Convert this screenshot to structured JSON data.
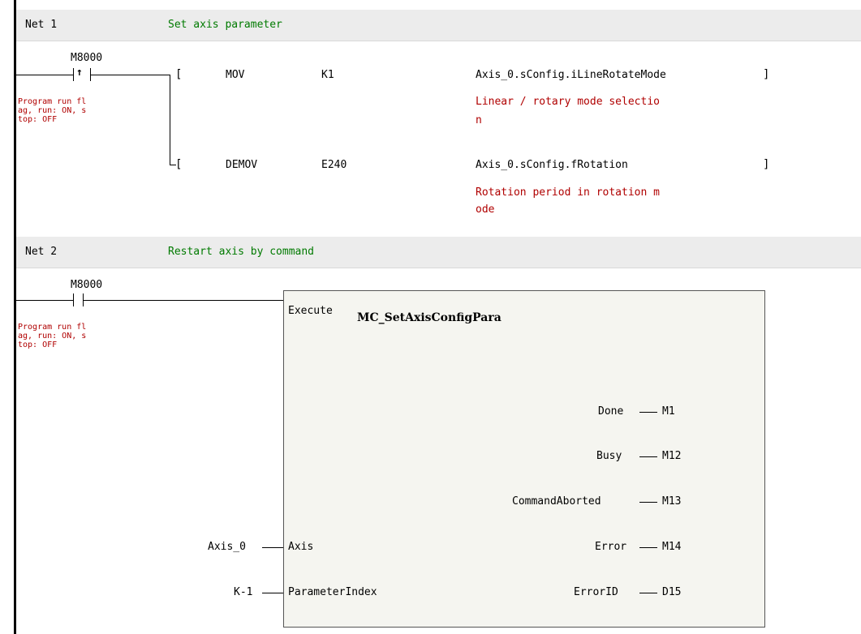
{
  "net1": {
    "label": "Net 1",
    "comment": "Set axis parameter",
    "contact": {
      "name": "M8000",
      "symbol": "↑",
      "comment": "Program run fl\nag, run: ON, s\ntop: OFF"
    },
    "instr1": {
      "op": "MOV",
      "src": "K1",
      "dst": "Axis_0.sConfig.iLineRotateMode",
      "comment_line1": "Linear / rotary mode selectio",
      "comment_line2": "n"
    },
    "instr2": {
      "op": "DEMOV",
      "src": "E240",
      "dst": "Axis_0.sConfig.fRotation",
      "comment_line1": "Rotation period in rotation m",
      "comment_line2": "ode"
    },
    "bracket_open": "[",
    "bracket_close": "]"
  },
  "net2": {
    "label": "Net 2",
    "comment": "Restart axis by command",
    "contact": {
      "name": "M8000",
      "comment": "Program run fl\nag, run: ON, s\ntop: OFF"
    },
    "fb": {
      "name": "MC_SetAxisConfigPara",
      "inputs": {
        "execute": "Execute",
        "axis": "Axis",
        "param_index": "ParameterIndex"
      },
      "input_vars": {
        "axis": "Axis_0",
        "param_index": "K-1"
      },
      "outputs": {
        "done": "Done",
        "busy": "Busy",
        "cmd_aborted": "CommandAborted",
        "error": "Error",
        "error_id": "ErrorID"
      },
      "output_vars": {
        "done": "M1",
        "busy": "M12",
        "cmd_aborted": "M13",
        "error": "M14",
        "error_id": "D15"
      }
    }
  }
}
